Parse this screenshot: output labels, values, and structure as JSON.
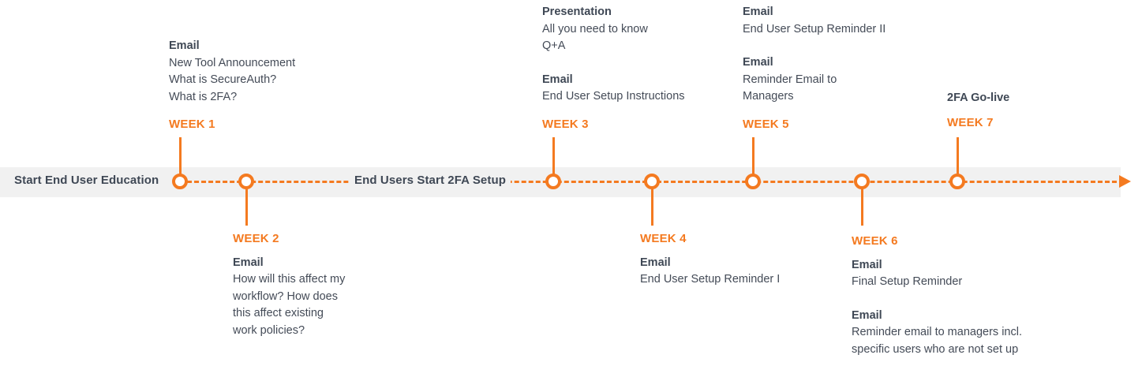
{
  "colors": {
    "accent": "#f47a20",
    "text": "#3f4855",
    "band": "#f1f1f1",
    "background": "#ffffff"
  },
  "axis": {
    "labels": [
      {
        "text": "Start End User Education"
      },
      {
        "text": "End Users Start 2FA Setup"
      }
    ]
  },
  "milestones": [
    {
      "week": "WEEK 1",
      "side": "above",
      "entries": [
        {
          "title": "Email",
          "lines": [
            "New Tool Announcement",
            "What is SecureAuth?",
            "What is 2FA?"
          ]
        }
      ]
    },
    {
      "week": "WEEK 2",
      "side": "below",
      "entries": [
        {
          "title": "Email",
          "lines": [
            "How will this affect my",
            "workflow? How does",
            "this affect existing",
            "work policies?"
          ]
        }
      ]
    },
    {
      "week": "WEEK 3",
      "side": "above",
      "entries": [
        {
          "title": "Presentation",
          "lines": [
            "All you need to know",
            "Q+A"
          ]
        },
        {
          "title": "Email",
          "lines": [
            "End User Setup Instructions"
          ]
        }
      ]
    },
    {
      "week": "WEEK 4",
      "side": "below",
      "entries": [
        {
          "title": "Email",
          "lines": [
            "End User Setup Reminder I"
          ]
        }
      ]
    },
    {
      "week": "WEEK 5",
      "side": "above",
      "entries": [
        {
          "title": "Email",
          "lines": [
            "End User Setup Reminder II"
          ]
        },
        {
          "title": "Email",
          "lines": [
            "Reminder Email to",
            "Managers"
          ]
        }
      ]
    },
    {
      "week": "WEEK 6",
      "side": "below",
      "entries": [
        {
          "title": "Email",
          "lines": [
            "Final Setup Reminder"
          ]
        },
        {
          "title": "Email",
          "lines": [
            "Reminder email to managers incl.",
            "specific users who are not set up"
          ]
        }
      ]
    },
    {
      "week": "WEEK 7",
      "side": "above",
      "entries": [
        {
          "title": "2FA Go-live",
          "lines": []
        }
      ]
    }
  ]
}
